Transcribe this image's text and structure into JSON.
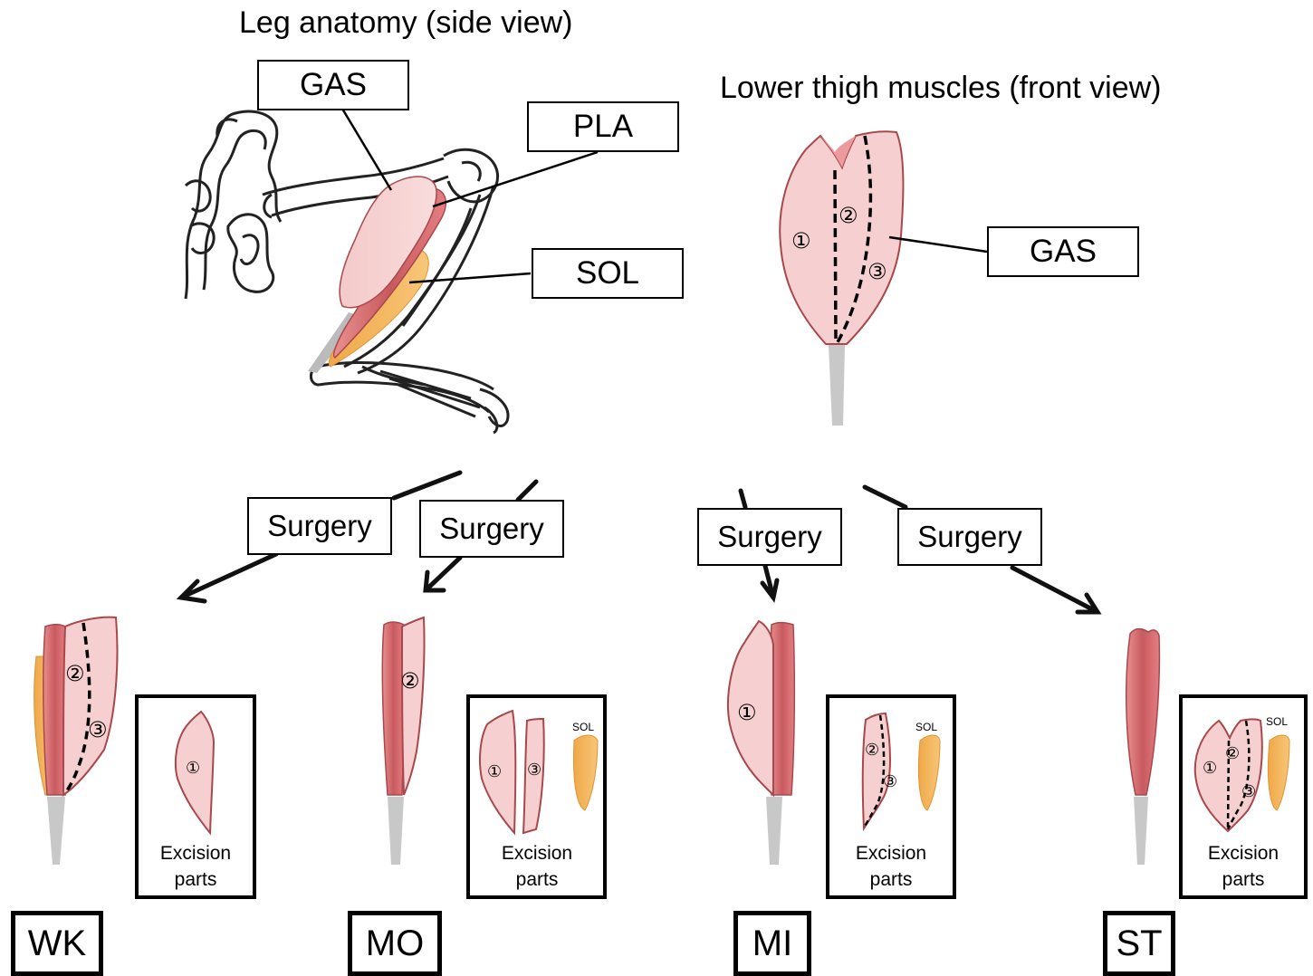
{
  "headings": {
    "side_view": "Leg anatomy (side view)",
    "front_view": "Lower thigh muscles (front view)"
  },
  "muscle_labels": {
    "gas": "GAS",
    "pla": "PLA",
    "sol": "SOL",
    "gas_front": "GAS"
  },
  "surgery_labels": [
    "Surgery",
    "Surgery",
    "Surgery",
    "Surgery"
  ],
  "excision": {
    "line1": "Excision",
    "line2": "parts",
    "sol_tag": "SOL"
  },
  "region_numbers": [
    "①",
    "②",
    "③"
  ],
  "groups": [
    "WK",
    "MO",
    "MI",
    "ST"
  ],
  "colors": {
    "muscle_light": "#f6d3d3",
    "muscle_dark": "#d46f6f",
    "muscle_outline": "#a8484c",
    "soleus": "#f0a848",
    "tendon": "#cccccc"
  }
}
